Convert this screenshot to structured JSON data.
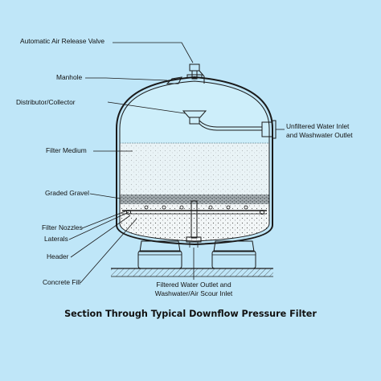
{
  "background_color": "#bfe6f8",
  "title": "Section Through Typical Downflow Pressure Filter",
  "labels": {
    "air_release_valve": "Automatic Air Release Valve",
    "manhole": "Manhole",
    "distributor_collector": "Distributor/Collector",
    "filter_medium": "Filter Medium",
    "graded_gravel": "Graded Gravel",
    "filter_nozzles": "Filter Nozzles",
    "laterals": "Laterals",
    "header": "Header",
    "concrete_fill": "Concrete Fill",
    "inlet_line1": "Unfiltered Water Inlet",
    "inlet_line2": "and Washwater Outlet",
    "outlet_line1": "Filtered Water Outlet and",
    "outlet_line2": "Washwater/Air Scour Inlet"
  },
  "colors": {
    "water": "#cdeefa",
    "media": "#e9f3f6",
    "gravel": "#9aa2a6",
    "ink": "#1a1a1a"
  }
}
